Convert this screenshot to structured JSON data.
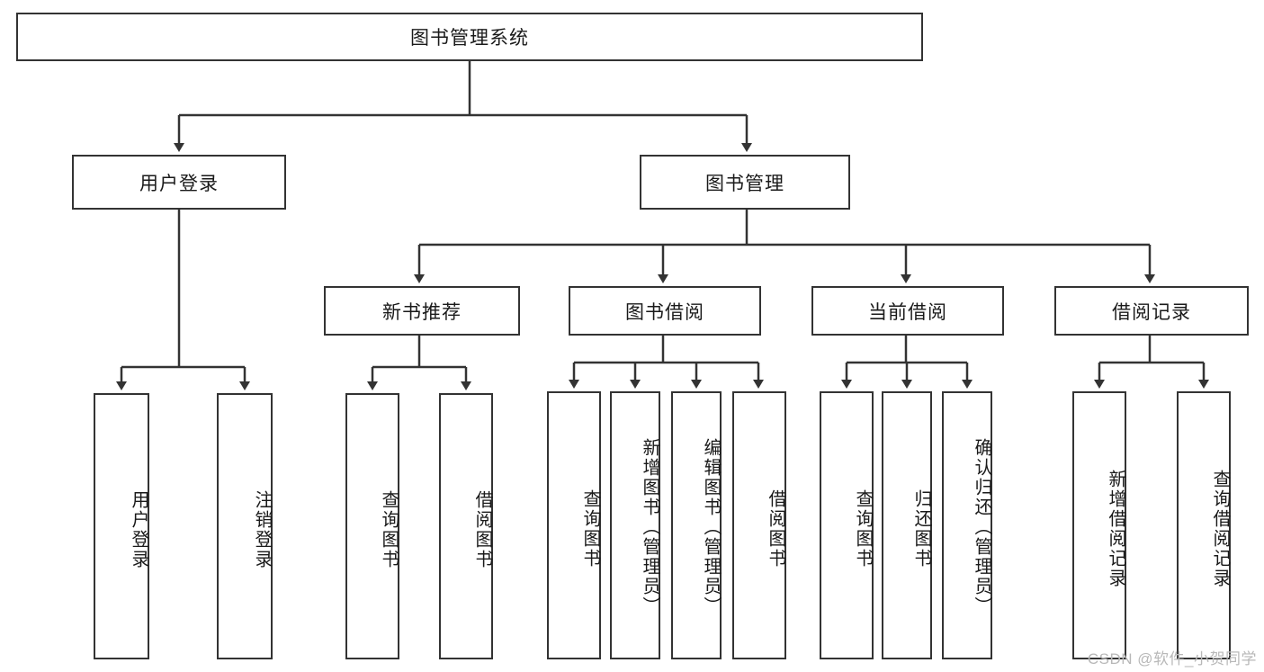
{
  "diagram": {
    "title": "图书管理系统",
    "type": "tree",
    "colors": {
      "border": "#333333",
      "background": "#ffffff",
      "text": "#1a1a1a",
      "connector": "#333333",
      "watermark": "#b8b8b8"
    },
    "root": {
      "label": "图书管理系统"
    },
    "level2": [
      {
        "label": "用户登录"
      },
      {
        "label": "图书管理"
      }
    ],
    "level3": [
      {
        "label": "新书推荐"
      },
      {
        "label": "图书借阅"
      },
      {
        "label": "当前借阅"
      },
      {
        "label": "借阅记录"
      }
    ],
    "leaves": {
      "user_login": [
        {
          "label": "用户登录"
        },
        {
          "label": "注销登录"
        }
      ],
      "new_book_recommend": [
        {
          "label": "查询图书"
        },
        {
          "label": "借阅图书"
        }
      ],
      "book_borrow": [
        {
          "label": "查询图书"
        },
        {
          "label": "新增图书（管理员）"
        },
        {
          "label": "编辑图书（管理员）"
        },
        {
          "label": "借阅图书"
        }
      ],
      "current_borrow": [
        {
          "label": "查询图书"
        },
        {
          "label": "归还图书"
        },
        {
          "label": "确认归还（管理员）"
        }
      ],
      "borrow_record": [
        {
          "label": "新增借阅记录"
        },
        {
          "label": "查询借阅记录"
        }
      ]
    },
    "edges": [
      {
        "from": "图书管理系统",
        "to": "用户登录"
      },
      {
        "from": "图书管理系统",
        "to": "图书管理"
      },
      {
        "from": "用户登录",
        "to": "用户登录"
      },
      {
        "from": "用户登录",
        "to": "注销登录"
      },
      {
        "from": "图书管理",
        "to": "新书推荐"
      },
      {
        "from": "图书管理",
        "to": "图书借阅"
      },
      {
        "from": "图书管理",
        "to": "当前借阅"
      },
      {
        "from": "图书管理",
        "to": "借阅记录"
      },
      {
        "from": "新书推荐",
        "to": "查询图书"
      },
      {
        "from": "新书推荐",
        "to": "借阅图书"
      },
      {
        "from": "图书借阅",
        "to": "查询图书"
      },
      {
        "from": "图书借阅",
        "to": "新增图书（管理员）"
      },
      {
        "from": "图书借阅",
        "to": "编辑图书（管理员）"
      },
      {
        "from": "图书借阅",
        "to": "借阅图书"
      },
      {
        "from": "当前借阅",
        "to": "查询图书"
      },
      {
        "from": "当前借阅",
        "to": "归还图书"
      },
      {
        "from": "当前借阅",
        "to": "确认归还（管理员）"
      },
      {
        "from": "借阅记录",
        "to": "新增借阅记录"
      },
      {
        "from": "借阅记录",
        "to": "查询借阅记录"
      }
    ]
  },
  "watermark": "CSDN @软件_小贺同学"
}
